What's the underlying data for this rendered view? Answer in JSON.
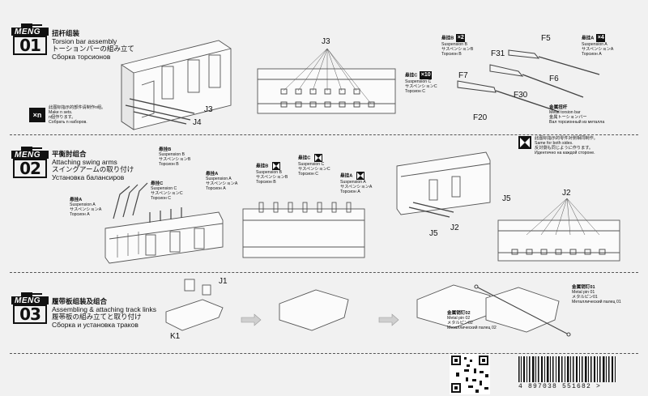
{
  "steps": [
    {
      "number": "01",
      "brand": "MENG",
      "title_cn": "扭杆组装",
      "title_en": "Torsion bar assembly",
      "title_jp": "トーションバーの組み立て",
      "title_ru": "Сборка торсионов"
    },
    {
      "number": "02",
      "brand": "MENG",
      "title_cn": "平衡肘组合",
      "title_en": "Attaching swing arms",
      "title_jp": "スイングアームの取り付け",
      "title_ru": "Установка балансиров"
    },
    {
      "number": "03",
      "brand": "MENG",
      "title_cn": "履带板组装及组合",
      "title_en": "Assembling & attaching track links",
      "title_jp": "履帯板の組み立てと取り付け",
      "title_ru": "Сборка и установка траков"
    }
  ],
  "step1": {
    "xn_badge": "×n",
    "xn_note": [
      "此图标指示的部件请制作n组。",
      "Make n sets.",
      "n個作ります。",
      "Собрать n наборов."
    ],
    "parts": {
      "j3_left": "J3",
      "j4": "J4",
      "j3_center": "J3",
      "f5": "F5",
      "f31": "F31",
      "f6": "F6",
      "f7": "F7",
      "f30": "F30",
      "f20": "F20"
    },
    "susp_b": {
      "cn": "悬挂B",
      "count": "×2",
      "en": "Suspension B",
      "jp": "サスペンションB",
      "ru": "Торсион B"
    },
    "susp_a": {
      "cn": "悬挂A",
      "count": "×4",
      "en": "Suspension A",
      "jp": "サスペンションA",
      "ru": "Торсион A"
    },
    "susp_c": {
      "cn": "悬挂C",
      "count": "×10",
      "en": "Suspension C",
      "jp": "サスペンションC",
      "ru": "Торсион C"
    },
    "metal_bar": {
      "cn": "金属扭杆",
      "en": "Metal torsion bar",
      "jp": "金属トーションバー",
      "ru": "Вал торсионный из металла"
    }
  },
  "step2": {
    "both_sides": [
      "此图标指示的零件对侧相同制作。",
      "Same for both sides.",
      "反対側も同じように作ります。",
      "Идентично на каждой стороне."
    ],
    "susp_b_left": {
      "cn": "悬挂B",
      "en": "Suspension B",
      "jp": "サスペンションB",
      "ru": "Торсион B"
    },
    "susp_a_left": {
      "cn": "悬挂A",
      "en": "Suspension A",
      "jp": "サスペンションA",
      "ru": "Торсион A"
    },
    "susp_c_left": {
      "cn": "悬挂C",
      "en": "Suspension C",
      "jp": "サスペンションC",
      "ru": "Торсион C"
    },
    "susp_a_mid": {
      "cn": "悬挂A",
      "en": "Suspension A",
      "jp": "サスペンションA",
      "ru": "Торсион A"
    },
    "susp_b_mid": {
      "cn": "悬挂B",
      "en": "Suspension B",
      "jp": "サスペンションB",
      "ru": "Торсион B"
    },
    "susp_c_mid": {
      "cn": "悬挂C",
      "en": "Suspension C",
      "jp": "サスペンションC",
      "ru": "Торсион C"
    },
    "susp_a_mid2": {
      "cn": "悬挂A",
      "en": "Suspension A",
      "jp": "サスペンションA",
      "ru": "Торсион A"
    },
    "parts": {
      "j2_small": "J2",
      "j5_small": "J5",
      "j5": "J5",
      "j2": "J2"
    }
  },
  "step3": {
    "parts": {
      "j1": "J1",
      "k1": "K1"
    },
    "pin1": {
      "cn": "金属销钉01",
      "en": "Metal pin 01",
      "jp": "メタルピン01",
      "ru": "Металлический палец 01"
    },
    "pin2": {
      "cn": "金属销钉02",
      "en": "Metal pin 02",
      "jp": "メタルピン02",
      "ru": "Металлический палец 02"
    }
  },
  "barcode_number": "4 897038 551682 >"
}
